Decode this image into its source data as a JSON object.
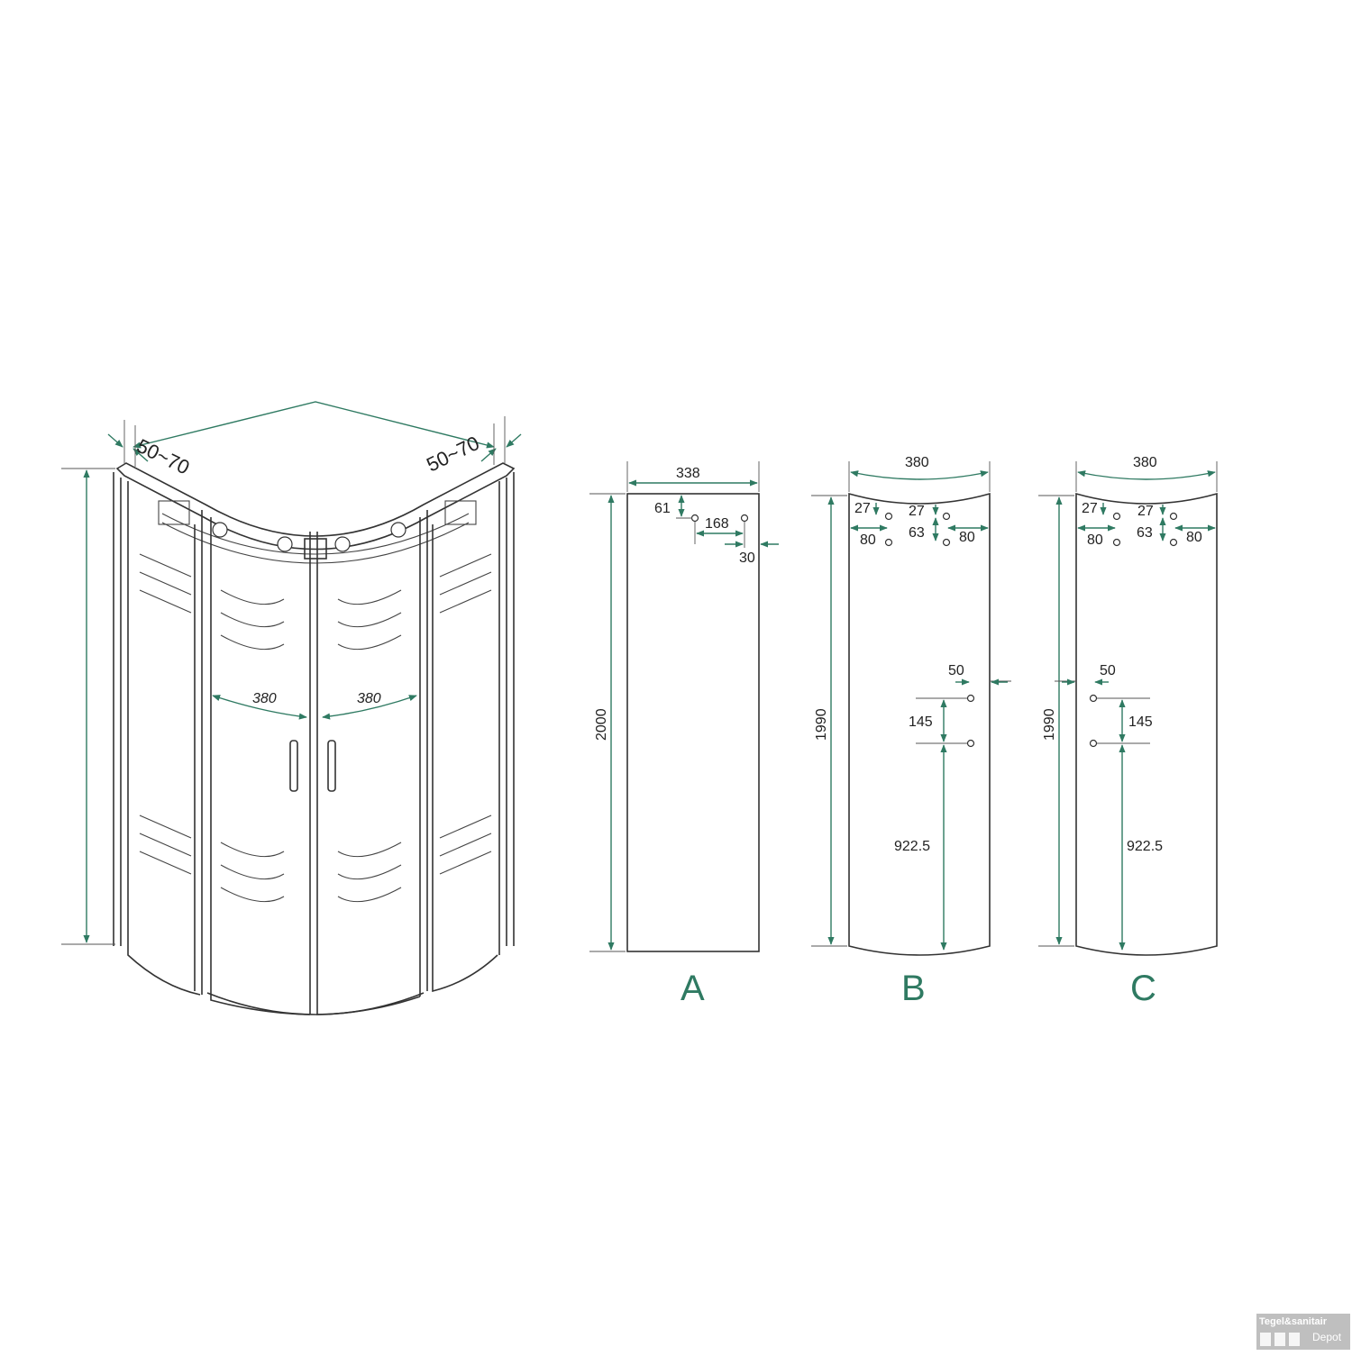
{
  "overview": {
    "side_depth_left": "50~70",
    "side_depth_right": "50~70",
    "door_width_left": "380",
    "door_width_right": "380"
  },
  "panels": {
    "a": {
      "letter": "A",
      "width": "338",
      "height": "2000",
      "hole_top_offset": "61",
      "hole_spacing": "168",
      "hole_edge_offset": "30"
    },
    "b": {
      "letter": "B",
      "width": "380",
      "height": "1990",
      "top_left_offset": "27",
      "top_right_offset": "27",
      "left_hole_inset": "80",
      "right_hole_inset": "80",
      "right_hole_spacing": "63",
      "lower_hole_edge": "50",
      "lower_hole_spacing": "145",
      "lower_hole_height": "922.5"
    },
    "c": {
      "letter": "C",
      "width": "380",
      "height": "1990",
      "top_left_offset": "27",
      "top_right_offset": "27",
      "left_hole_inset": "80",
      "right_hole_inset": "80",
      "right_hole_spacing": "63",
      "lower_hole_edge": "50",
      "lower_hole_spacing": "145",
      "lower_hole_height": "922.5"
    }
  },
  "logo": {
    "line1": "Tegel&sanitair",
    "line2": "Depot"
  }
}
